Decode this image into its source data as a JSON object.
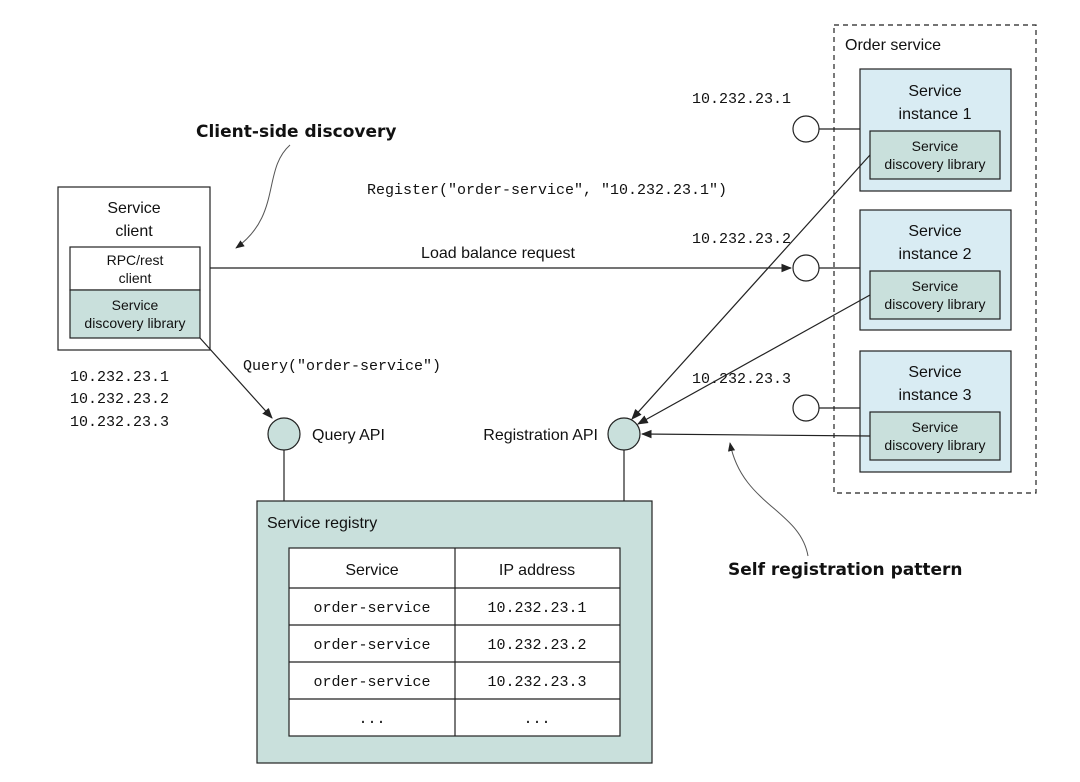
{
  "labels": {
    "client_side_discovery": "Client-side discovery",
    "self_registration_pattern": "Self registration pattern",
    "register_call": "Register(\"order-service\", \"10.232.23.1\")",
    "load_balance_request": "Load balance request",
    "query_call": "Query(\"order-service\")",
    "query_api": "Query API",
    "registration_api": "Registration API"
  },
  "service_client": {
    "title_line1": "Service",
    "title_line2": "client",
    "rpc_line1": "RPC/rest",
    "rpc_line2": "client",
    "library_line1": "Service",
    "library_line2": "discovery library"
  },
  "query_results": [
    "10.232.23.1",
    "10.232.23.2",
    "10.232.23.3"
  ],
  "order_service": {
    "title": "Order service",
    "instances": [
      {
        "line1": "Service",
        "line2": "instance 1",
        "ip": "10.232.23.1",
        "lib_line1": "Service",
        "lib_line2": "discovery library"
      },
      {
        "line1": "Service",
        "line2": "instance 2",
        "ip": "10.232.23.2",
        "lib_line1": "Service",
        "lib_line2": "discovery library"
      },
      {
        "line1": "Service",
        "line2": "instance 3",
        "ip": "10.232.23.3",
        "lib_line1": "Service",
        "lib_line2": "discovery library"
      }
    ]
  },
  "registry": {
    "title": "Service registry",
    "headers": [
      "Service",
      "IP address"
    ],
    "rows": [
      [
        "order-service",
        "10.232.23.1"
      ],
      [
        "order-service",
        "10.232.23.2"
      ],
      [
        "order-service",
        "10.232.23.3"
      ],
      [
        "...",
        "..."
      ]
    ]
  },
  "colors": {
    "teal_fill": "#c9e0dc",
    "blue_fill": "#d9ecf3",
    "stroke": "#222222"
  }
}
